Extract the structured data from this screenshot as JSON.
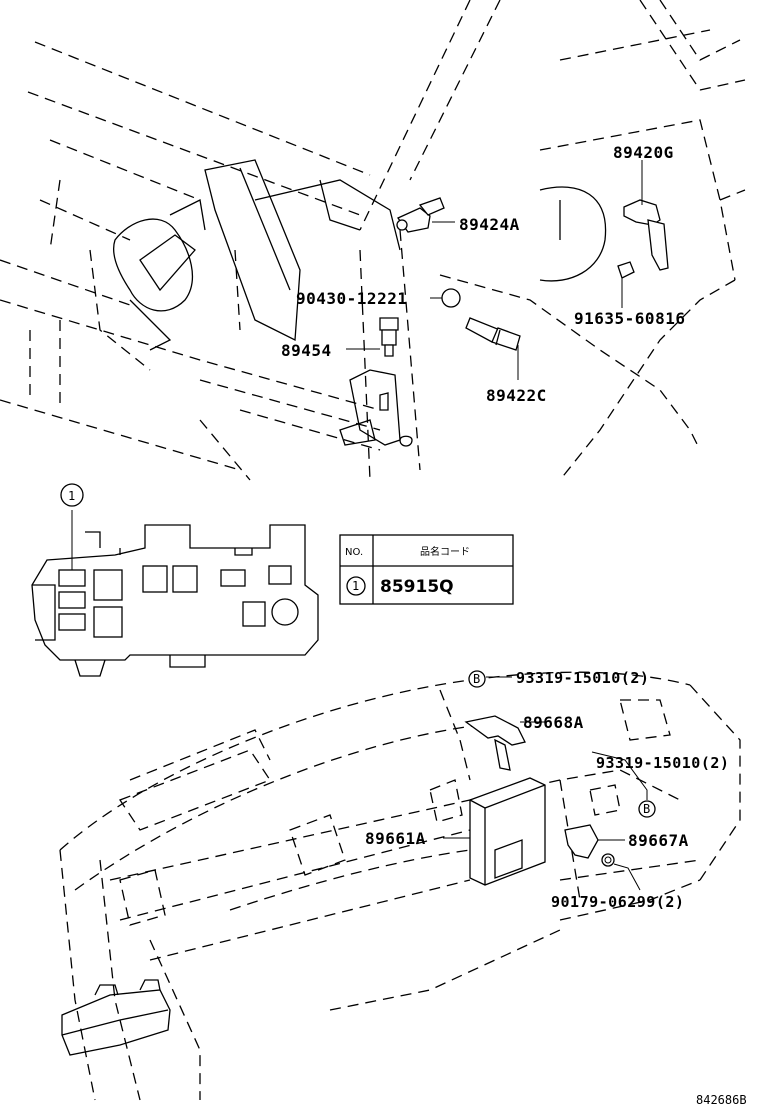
{
  "diagram": {
    "parts": {
      "p1": "89420G",
      "p2": "89424A",
      "p3": "90430-12221",
      "p4": "91635-60816",
      "p5": "89454",
      "p6": "89422C",
      "p7": "93319-15010(2)",
      "p8": "89668A",
      "p9": "93319-15010(2)",
      "p10": "89661A",
      "p11": "89667A",
      "p12": "90179-06299(2)"
    },
    "callout_number": "1",
    "bolt_marker": "B",
    "table": {
      "header_no": "NO.",
      "header_code": "品名コード",
      "row_no": "1",
      "row_code": "85915Q"
    },
    "figure_code": "842686B"
  }
}
